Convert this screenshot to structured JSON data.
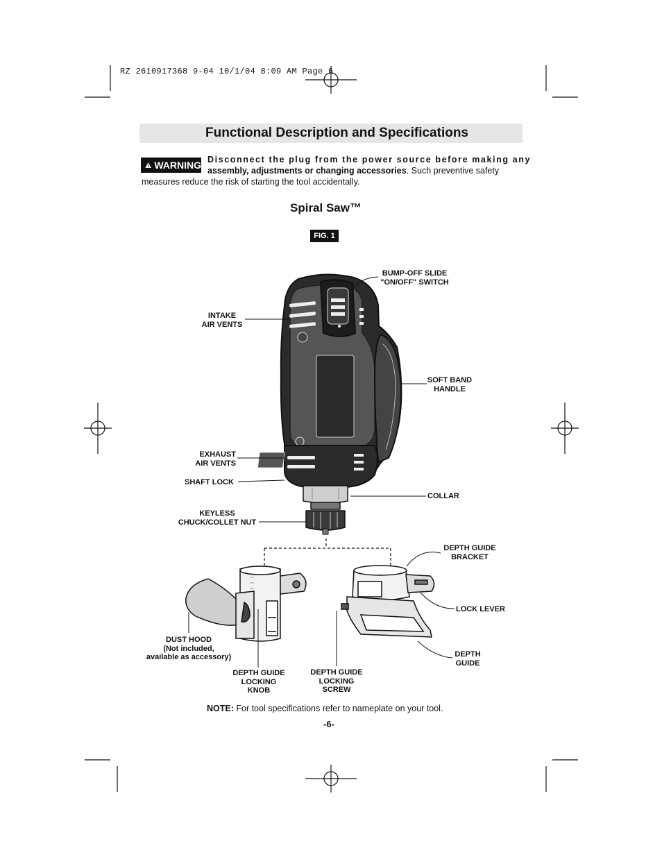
{
  "slug": "RZ 2610917368 9-04  10/1/04  8:09 AM  Page 6",
  "title": "Functional Description and Specifications",
  "warning": {
    "badge": "WARNING",
    "line1": "Disconnect the plug from the power source before making any",
    "line2_bold": "assembly, adjustments or changing accessories",
    "line2_rest": ".  Such preventive safety",
    "line3": "measures reduce the risk of starting the tool accidentally."
  },
  "subtitle": "Spiral Saw™",
  "figure_label": "FIG. 1",
  "labels": {
    "bump_off_1": "BUMP-OFF SLIDE",
    "bump_off_2": "\"ON/OFF\" SWITCH",
    "intake_1": "INTAKE",
    "intake_2": "AIR VENTS",
    "soft_band_1": "SOFT BAND",
    "soft_band_2": "HANDLE",
    "exhaust_1": "EXHAUST",
    "exhaust_2": "AIR VENTS",
    "shaft_lock": "SHAFT LOCK",
    "collar": "COLLAR",
    "keyless_1": "KEYLESS",
    "keyless_2": "CHUCK/COLLET NUT",
    "depth_bracket_1": "DEPTH GUIDE",
    "depth_bracket_2": "BRACKET",
    "lock_lever": "LOCK LEVER",
    "depth_guide_1": "DEPTH",
    "depth_guide_2": "GUIDE",
    "dust_hood_1": "DUST HOOD",
    "dust_hood_2": "(Not included,",
    "dust_hood_3": "available as accessory)",
    "knob_1": "DEPTH GUIDE",
    "knob_2": "LOCKING",
    "knob_3": "KNOB",
    "screw_1": "DEPTH GUIDE",
    "screw_2": "LOCKING",
    "screw_3": "SCREW"
  },
  "note": {
    "bold": "NOTE:",
    "text": " For tool specifications refer to nameplate on your tool."
  },
  "page_number": "-6-"
}
